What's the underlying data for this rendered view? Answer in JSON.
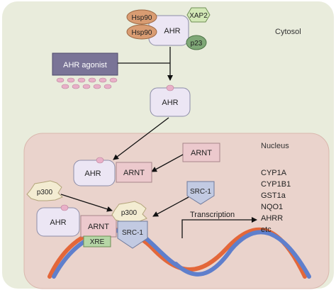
{
  "labels": {
    "cytosol": "Cytosol",
    "nucleus": "Nucleus",
    "hsp90_top": "Hsp90",
    "hsp90_bottom": "Hsp90",
    "ahr_complex": "AHR",
    "xap2": "XAP2",
    "p23": "p23",
    "agonist": "AHR agonist",
    "ahr_free": "AHR",
    "arnt_free": "ARNT",
    "ahr_dimer": "AHR",
    "arnt_dimer": "ARNT",
    "src1_free": "SRC-1",
    "p300_free": "p300",
    "ahr_dna": "AHR",
    "arnt_dna": "ARNT",
    "p300_dna": "p300",
    "src1_dna": "SRC-1",
    "xre": "XRE",
    "transcription": "Transcription"
  },
  "target_genes": [
    "CYP1A",
    "CYP1B1",
    "GST1a",
    "NQO1",
    "AHRR",
    "etc"
  ],
  "colors": {
    "cytosol_bg": "#e9ecdc",
    "nucleus_bg": "#ead3cc",
    "ahr_fill": "#ece6f4",
    "arnt_fill": "#ecc9cd",
    "hsp90_fill": "#d99c72",
    "xap2_fill": "#d2e8b6",
    "p23_fill": "#7fa877",
    "agonist_fill": "#7a7497",
    "src1_fill": "#c2cae2",
    "p300_fill": "#f3ecd2",
    "xre_fill": "#b6d6a6",
    "pink_dot": "#e9b0c8",
    "dna_orange": "#e3673a",
    "dna_blue": "#5f7fcc"
  }
}
